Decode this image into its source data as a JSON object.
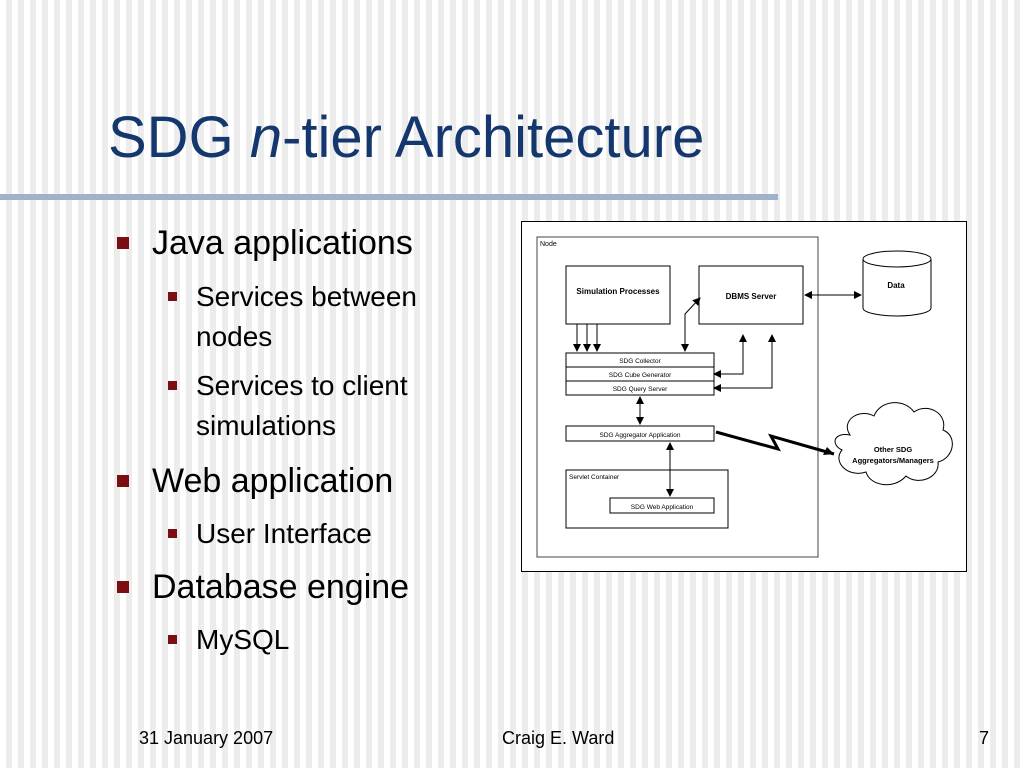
{
  "slide": {
    "title_pre": "SDG ",
    "title_em": "n",
    "title_post": "-tier Architecture"
  },
  "bullets": [
    {
      "text": "Java applications",
      "sub": [
        "Services between nodes",
        "Services to client simulations"
      ]
    },
    {
      "text": "Web application",
      "sub": [
        "User Interface"
      ]
    },
    {
      "text": "Database engine",
      "sub": [
        "MySQL"
      ]
    }
  ],
  "diagram": {
    "node_label": "Node",
    "simulation_processes": "Simulation Processes",
    "dbms_server": "DBMS Server",
    "data": "Data",
    "sdg_collector": "SDG Collector",
    "sdg_cube_generator": "SDG Cube Generator",
    "sdg_query_server": "SDG Query Server",
    "sdg_aggregator_application": "SDG Aggregator Application",
    "other_sdg_line1": "Other SDG",
    "other_sdg_line2": "Aggregators/Managers",
    "servlet_container": "Servlet Container",
    "sdg_web_application": "SDG Web Application"
  },
  "footer": {
    "date": "31 January 2007",
    "author": "Craig E. Ward",
    "page": "7"
  },
  "colors": {
    "title": "#14386e",
    "rule": "#9fb2cc",
    "bullet": "#7a0e12"
  }
}
